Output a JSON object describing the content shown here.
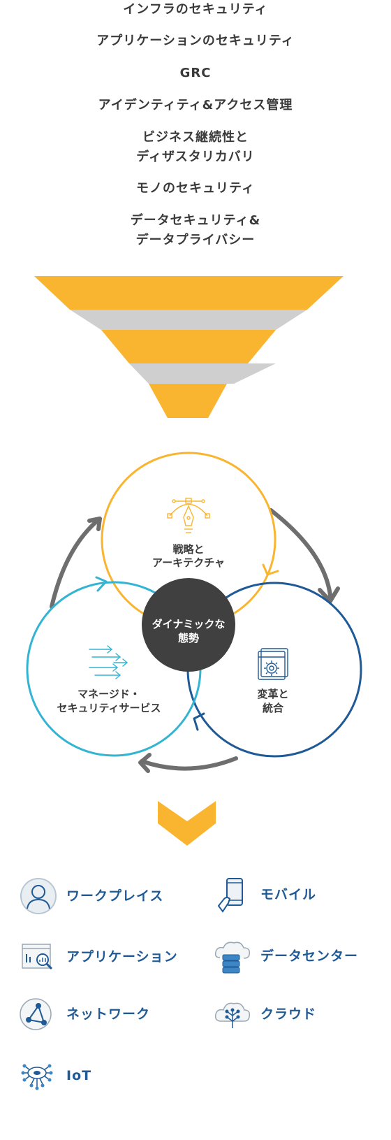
{
  "categories": [
    {
      "lines": [
        "インフラのセキュリティ"
      ]
    },
    {
      "lines": [
        "アプリケーションのセキュリティ"
      ]
    },
    {
      "lines": [
        "GRC"
      ]
    },
    {
      "lines": [
        "アイデンティティ&アクセス管理"
      ]
    },
    {
      "lines": [
        "ビジネス継続性と",
        "ディザスタリカバリ"
      ]
    },
    {
      "lines": [
        "モノのセキュリティ"
      ]
    },
    {
      "lines": [
        "データセキュリティ&",
        "データプライバシー"
      ]
    }
  ],
  "cycle": {
    "center": [
      "ダイナミックな",
      "態勢"
    ],
    "strategy": [
      "戦略と",
      "アーキテクチャ"
    ],
    "transform": [
      "変革と",
      "統合"
    ],
    "managed": [
      "マネージド・",
      "セキュリティサービス"
    ]
  },
  "colors": {
    "yellow": "#f9b530",
    "gray_ribbon": "#cfcfcf",
    "blue_dark": "#1f5a96",
    "cyan": "#32b4d2",
    "arrow_gray": "#6e6e6e",
    "center_circle": "#404040"
  },
  "services": [
    {
      "label": "ワークプレイス",
      "icon": "person-icon"
    },
    {
      "label": "モバイル",
      "icon": "mobile-icon"
    },
    {
      "label": "アプリケーション",
      "icon": "application-icon"
    },
    {
      "label": "データセンター",
      "icon": "datacenter-icon"
    },
    {
      "label": "ネットワーク",
      "icon": "network-icon"
    },
    {
      "label": "クラウド",
      "icon": "cloud-icon"
    },
    {
      "label": "IoT",
      "icon": "iot-icon"
    }
  ]
}
